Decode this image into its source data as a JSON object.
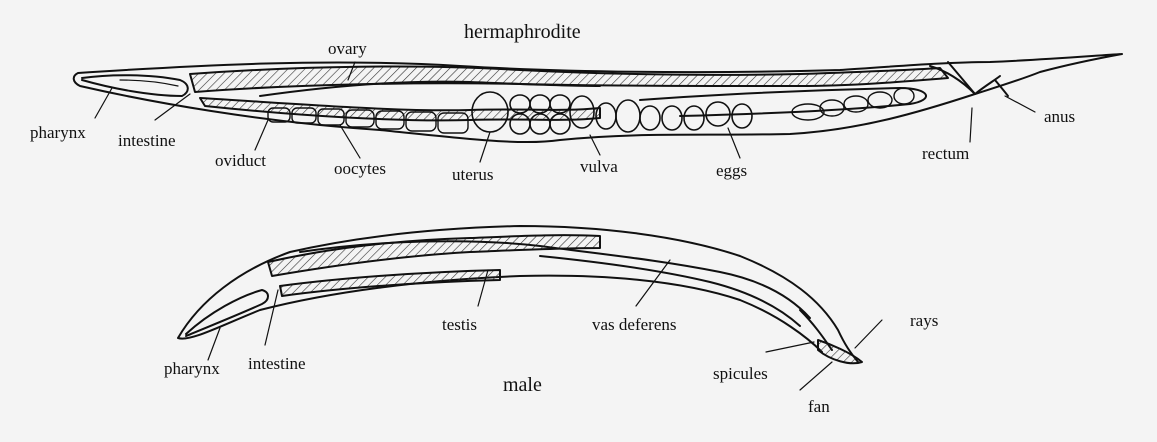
{
  "titles": {
    "hermaphrodite": "hermaphrodite",
    "male": "male"
  },
  "hermaphrodite_labels": {
    "ovary": "ovary",
    "pharynx": "pharynx",
    "intestine": "intestine",
    "oviduct": "oviduct",
    "oocytes": "oocytes",
    "uterus": "uterus",
    "vulva": "vulva",
    "eggs": "eggs",
    "rectum": "rectum",
    "anus": "anus"
  },
  "male_labels": {
    "pharynx": "pharynx",
    "intestine": "intestine",
    "testis": "testis",
    "vas_deferens": "vas deferens",
    "spicules": "spicules",
    "rays": "rays",
    "fan": "fan"
  },
  "colors": {
    "ink": "#111111",
    "paper": "#f4f4f4",
    "hatch": "#333333"
  }
}
